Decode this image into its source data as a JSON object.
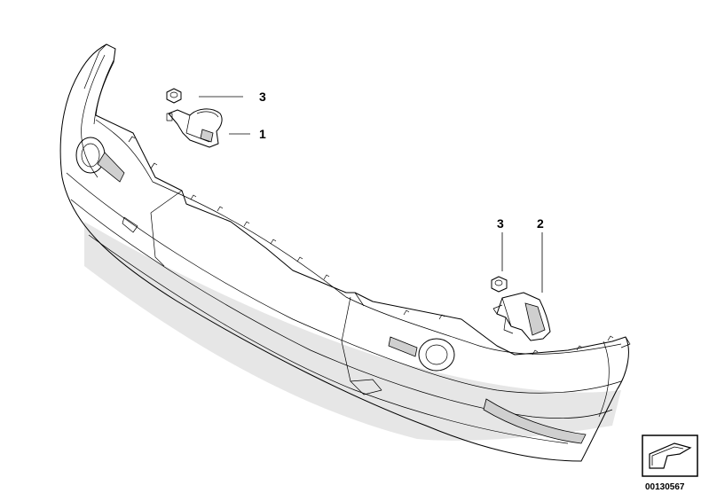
{
  "callouts": [
    {
      "id": "callout-3a",
      "label": "3"
    },
    {
      "id": "callout-1",
      "label": "1"
    },
    {
      "id": "callout-3b",
      "label": "3"
    },
    {
      "id": "callout-2",
      "label": "2"
    }
  ],
  "diagram_number": "00130567",
  "icons": {
    "corner": "navigation-arrow-icon"
  }
}
